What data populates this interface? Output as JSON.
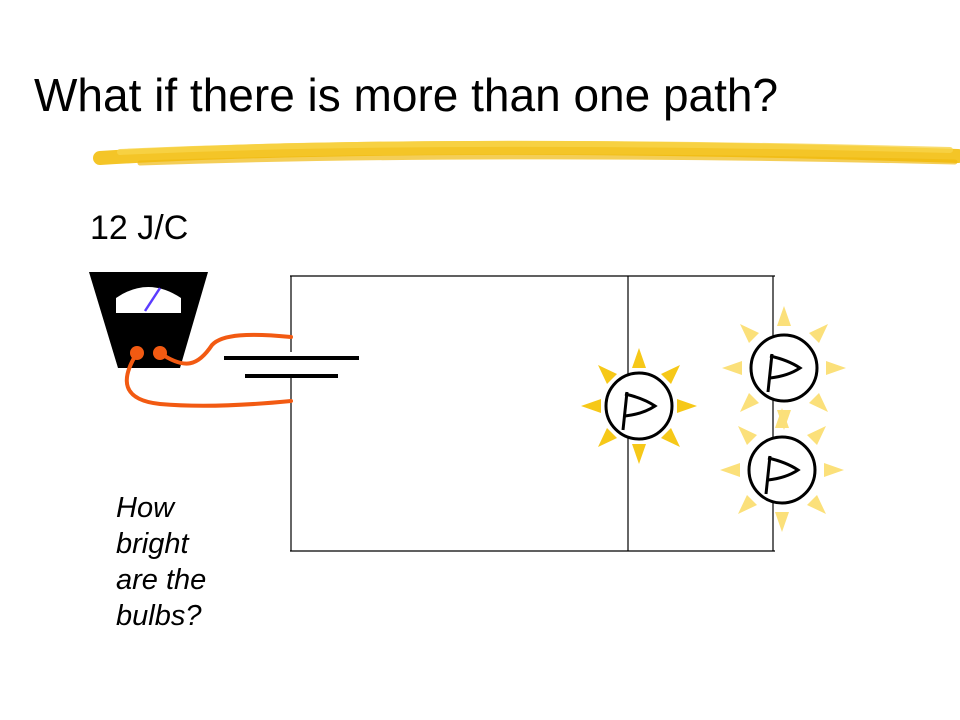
{
  "slide": {
    "title": "What if there is more than one path?",
    "voltage_label": "12 J/C",
    "question_lines": [
      "How",
      "bright",
      "are the",
      "bulbs?"
    ]
  },
  "colors": {
    "highlight_stroke": "#f3c21b",
    "lead_wire": "#f25a12",
    "meter_body": "#000000",
    "meter_needle": "#5b3cff",
    "bulb_rays": "#f6c818",
    "bulb_rays_faded": "#fbe07a"
  },
  "icons": [
    "voltmeter-icon",
    "battery-icon",
    "bulb-icon"
  ]
}
